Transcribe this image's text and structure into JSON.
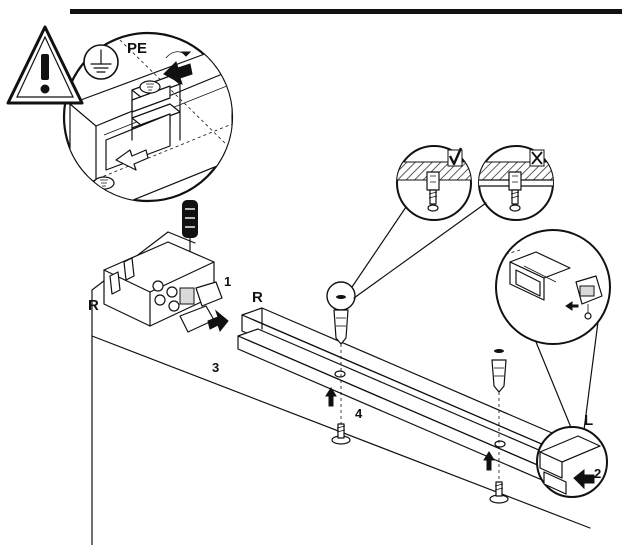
{
  "labels": {
    "pe": "PE",
    "r_box": "R",
    "r_track": "R",
    "l_track": "L",
    "step1": "1",
    "step2": "2",
    "step3": "3",
    "step4": "4"
  },
  "icons": {
    "warning": "warning-triangle-icon",
    "ground": "protective-earth-icon",
    "check": "checkmark-icon",
    "cross": "cross-icon"
  },
  "colors": {
    "line": "#111111",
    "background": "#ffffff",
    "hatch": "#d9d9d9"
  }
}
